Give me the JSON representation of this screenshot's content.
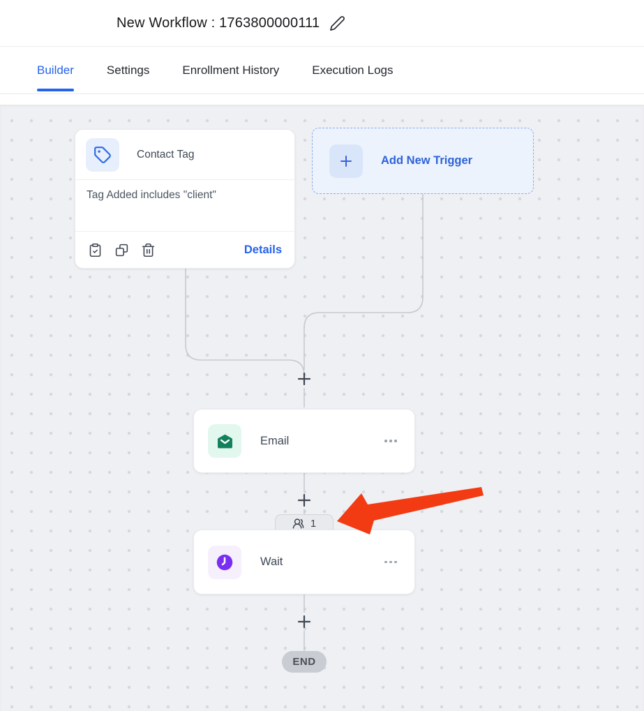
{
  "header": {
    "title": "New Workflow : 1763800000111"
  },
  "tabs": {
    "items": [
      {
        "label": "Builder",
        "active": true
      },
      {
        "label": "Settings",
        "active": false
      },
      {
        "label": "Enrollment History",
        "active": false
      },
      {
        "label": "Execution Logs",
        "active": false
      }
    ]
  },
  "canvas": {
    "trigger_card": {
      "title": "Contact Tag",
      "description": "Tag Added includes \"client\"",
      "details_label": "Details",
      "action_icons": [
        "clipboard-check-icon",
        "copy-icon",
        "trash-icon"
      ]
    },
    "add_trigger": {
      "label": "Add New Trigger",
      "icon": "plus-icon"
    },
    "nodes": {
      "email": {
        "title": "Email",
        "icon": "envelope-icon"
      },
      "wait": {
        "title": "Wait",
        "icon": "clock-icon"
      }
    },
    "enrollment_badge": {
      "count": "1",
      "icon": "users-icon"
    },
    "end_node": {
      "label": "END"
    }
  },
  "colors": {
    "tab_active_blue": "#2563eb",
    "trigger_icon_blue": "#2e6be5",
    "add_trigger_blue": "#2d63d8",
    "email_green": "#12805c",
    "wait_purple": "#7a2ff0",
    "connector_gray": "#c6c9cf",
    "canvas_bg": "#eff0f3",
    "arrow_red": "#f23b12",
    "end_bg": "#c9ccd3"
  }
}
